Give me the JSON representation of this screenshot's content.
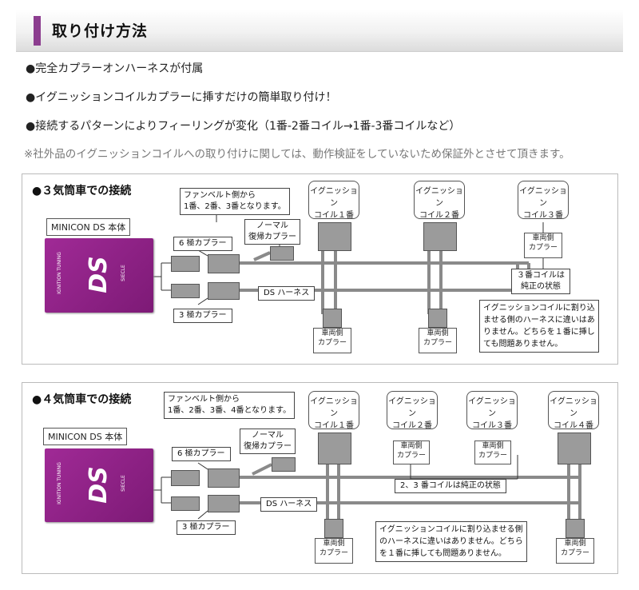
{
  "header": {
    "title": "取り付け方法",
    "accent_color": "#8c3d8f"
  },
  "bullets": [
    "●完全カプラーオンハーネスが付属",
    "●イグニッションコイルカプラーに挿すだけの簡単取り付け！",
    "●接続するパターンによりフィーリングが変化（1番-2番コイル→1番-3番コイルなど）"
  ],
  "note": "※社外品のイグニッションコイルへの取り付けに関しては、動作検証をしていないため保証外とさせて頂きます。",
  "device": {
    "model_label": "MINICON DS 本体",
    "logo": "DS",
    "brand": "SIECLE",
    "series": "MINICON",
    "tuning": "IGNITION TUNING"
  },
  "diagram1": {
    "title": "●３気筒車での接続",
    "fanbelt_note": [
      "ファンベルト側から",
      "1番、2番、3番となります。"
    ],
    "coils": [
      [
        "イグニッション",
        "コイル１番"
      ],
      [
        "イグニッション",
        "コイル２番"
      ],
      [
        "イグニッション",
        "コイル３番"
      ]
    ],
    "six_pole": "6 極カプラー",
    "three_pole": "3 極カプラー",
    "normal_return": [
      "ノーマル",
      "復帰カプラー"
    ],
    "ds_harness": "DS ハーネス",
    "vehicle_coupler": [
      "車両側",
      "カプラー"
    ],
    "coil3_note": [
      "３番コイルは",
      "純正の状態"
    ],
    "warning": [
      "イグニッションコイルに割り込",
      "ませる側のハーネスに違いはあ",
      "りません。どちらを１番に挿し",
      "ても問題ありません。"
    ]
  },
  "diagram2": {
    "title": "●４気筒車での接続",
    "fanbelt_note": [
      "ファンベルト側から",
      "1番、2番、3番、4番となります。"
    ],
    "coils": [
      [
        "イグニッション",
        "コイル１番"
      ],
      [
        "イグニッション",
        "コイル２番"
      ],
      [
        "イグニッション",
        "コイル３番"
      ],
      [
        "イグニッション",
        "コイル４番"
      ]
    ],
    "six_pole": "6 極カプラー",
    "three_pole": "3 極カプラー",
    "normal_return": [
      "ノーマル",
      "復帰カプラー"
    ],
    "ds_harness": "DS ハーネス",
    "vehicle_coupler": [
      "車両側",
      "カプラー"
    ],
    "coil23_note": "2、3 番コイルは純正の状態",
    "warning": [
      "イグニッションコイルに割り込ませる側",
      "のハーネスに違いはありません。どちら",
      "を１番に挿しても問題ありません。"
    ]
  }
}
